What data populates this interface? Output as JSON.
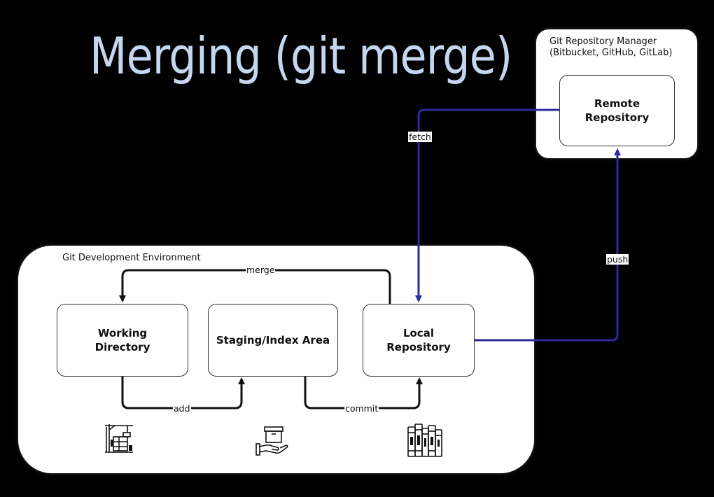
{
  "title": "Merging (git merge)",
  "repository_manager": {
    "label": "Git Repository Manager\n(Bitbucket, GitHub, GitLab)",
    "remote_repository": "Remote\nRepository"
  },
  "development_environment": {
    "label": "Git Development Environment",
    "working_directory": "Working\nDirectory",
    "staging_area": "Staging/Index Area",
    "local_repository": "Local\nRepository"
  },
  "edges": {
    "merge": "merge",
    "add": "add",
    "commit": "commit",
    "fetch": "fetch",
    "push": "push"
  },
  "icons": {
    "working_directory": "construction-site-icon",
    "staging_area": "box-on-hand-icon",
    "local_repository": "bookshelf-icon"
  },
  "colors": {
    "background": "#000000",
    "title": "#c5d6ee",
    "remote_arrows": "#2e2a9a",
    "local_arrows": "#111111"
  }
}
